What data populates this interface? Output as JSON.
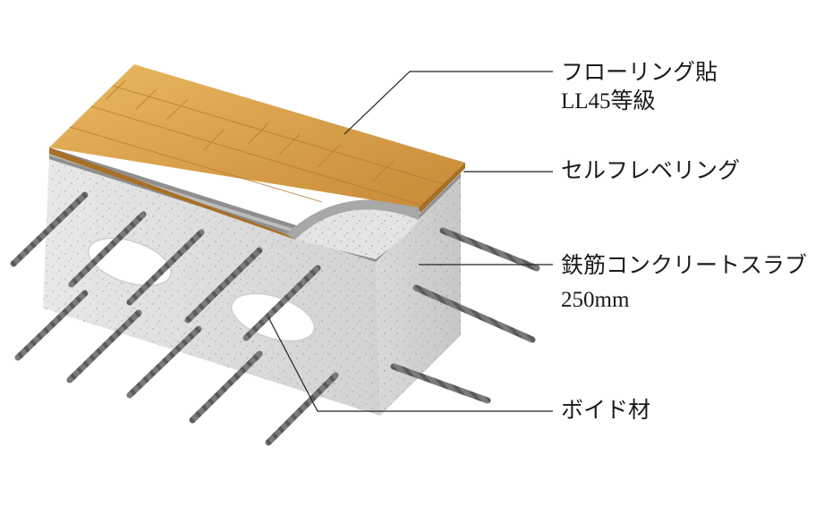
{
  "labels": {
    "flooring_line1": "フローリング貼",
    "flooring_line2": "LL45等級",
    "leveling": "セルフレベリング",
    "slab_line1": "鉄筋コンクリートスラブ",
    "slab_line2": "250mm",
    "void": "ボイド材"
  },
  "colors": {
    "wood_light": "#e7b35a",
    "wood_dark": "#c98a33",
    "concrete": "#dcdcdc",
    "leveling_layer": "#8f8f8f",
    "rebar": "#6f6f6f"
  }
}
